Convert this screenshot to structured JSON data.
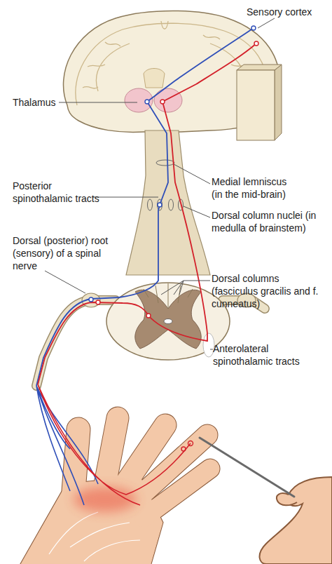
{
  "diagram": {
    "labels": [
      "Sensory cortex",
      "Thalamus",
      "Posterior spinothalamic tracts",
      "Medial lemniscus (in the mid-brain)",
      "Dorsal column nuclei (in medulla of brainstem)",
      "Dorsal (posterior) root (sensory) of a spinal nerve",
      "Dorsal columns (fasciculus gracilis and f. cunneatus)",
      "Anterolateral spinothalamic tracts"
    ]
  }
}
